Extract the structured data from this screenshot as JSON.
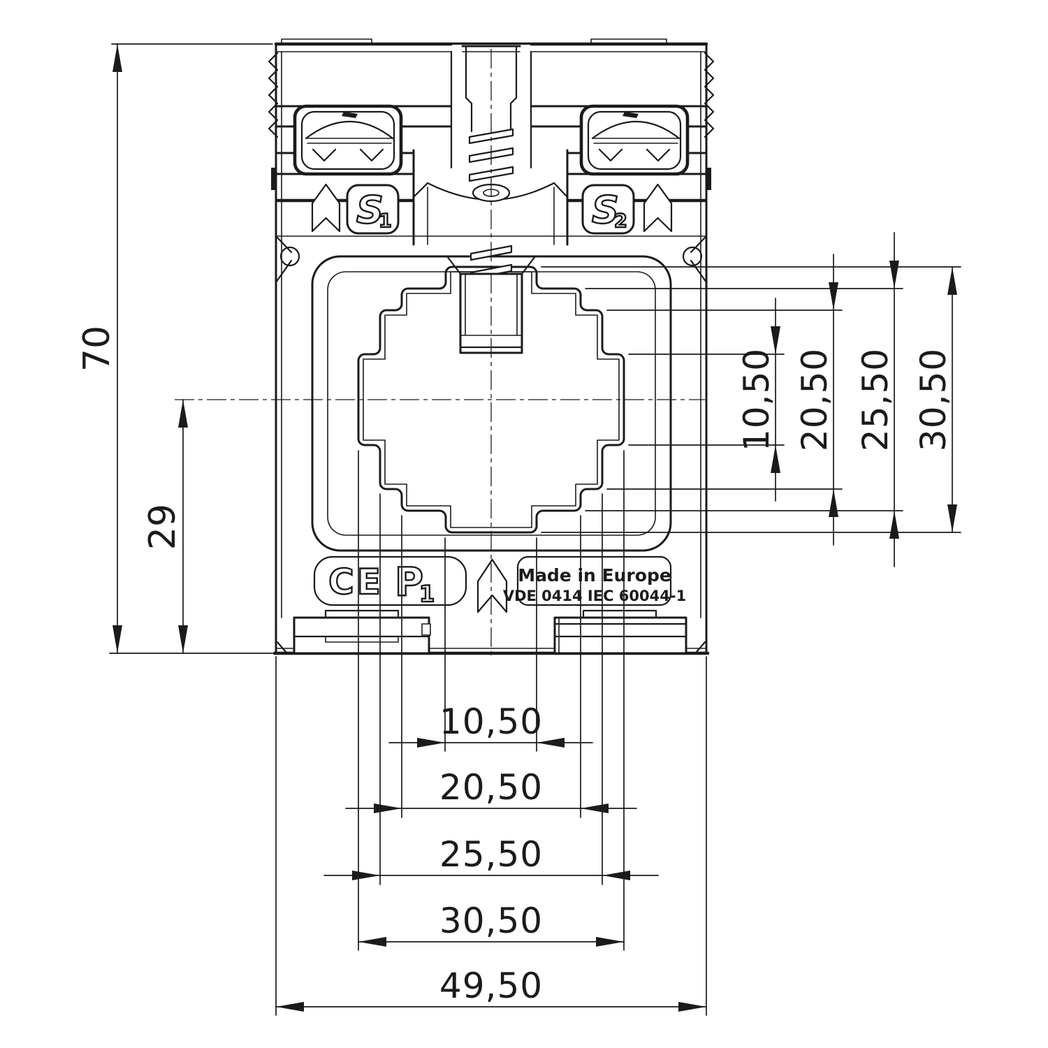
{
  "drawing": {
    "type": "technical-dimension-drawing",
    "subject": "current transformer front view",
    "colors": {
      "line": "#1b1b1b",
      "background": "#ffffff"
    },
    "device_labels": {
      "terminal_left": "S",
      "terminal_left_sub": "1",
      "terminal_right": "S",
      "terminal_right_sub": "2",
      "ce_mark": "CE",
      "primary_mark": "P",
      "primary_mark_sub": "1",
      "made_in": "Made in Europe",
      "standard": "VDE 0414 IEC 60044-1"
    },
    "dimensions": {
      "left": [
        {
          "name": "overall-height",
          "value": "70"
        },
        {
          "name": "base-to-center-height",
          "value": "29"
        }
      ],
      "right": [
        {
          "name": "window-step-height-1",
          "value": "10,50"
        },
        {
          "name": "window-step-height-2",
          "value": "20,50"
        },
        {
          "name": "window-step-height-3",
          "value": "25,50"
        },
        {
          "name": "window-step-height-4",
          "value": "30,50"
        }
      ],
      "bottom": [
        {
          "name": "window-step-width-1",
          "value": "10,50"
        },
        {
          "name": "window-step-width-2",
          "value": "20,50"
        },
        {
          "name": "window-step-width-3",
          "value": "25,50"
        },
        {
          "name": "window-step-width-4",
          "value": "30,50"
        },
        {
          "name": "overall-width",
          "value": "49,50"
        }
      ]
    }
  }
}
